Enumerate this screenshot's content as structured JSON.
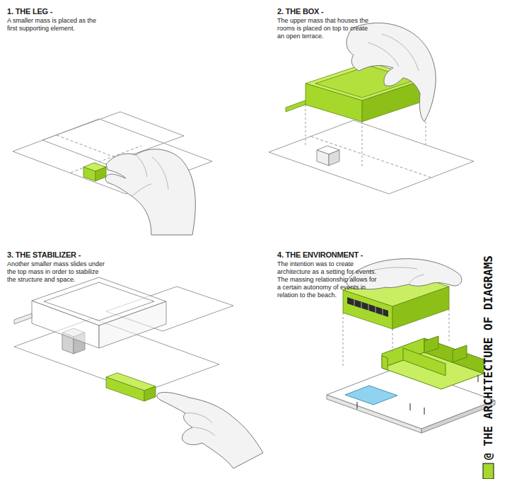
{
  "diagram": {
    "labels": [
      "1. THE LEG -",
      "A smaller mass is placed as the first supporting element.",
      "2. THE BOX -",
      "The upper mass that houses the rooms is placed on top to create an open terrace.",
      "3. THE STABILIZER -",
      "Another smaller mass slides under the top mass in order to stabilize the structure and space.",
      "4. THE ENVIRONMENT -",
      "The intention was to create architecture as a setting for events. The massing relationship allows for a certain autonomy of events in relation to the beach.",
      "@ THE ARCHITECTURE OF DIAGRAMS"
    ]
  }
}
